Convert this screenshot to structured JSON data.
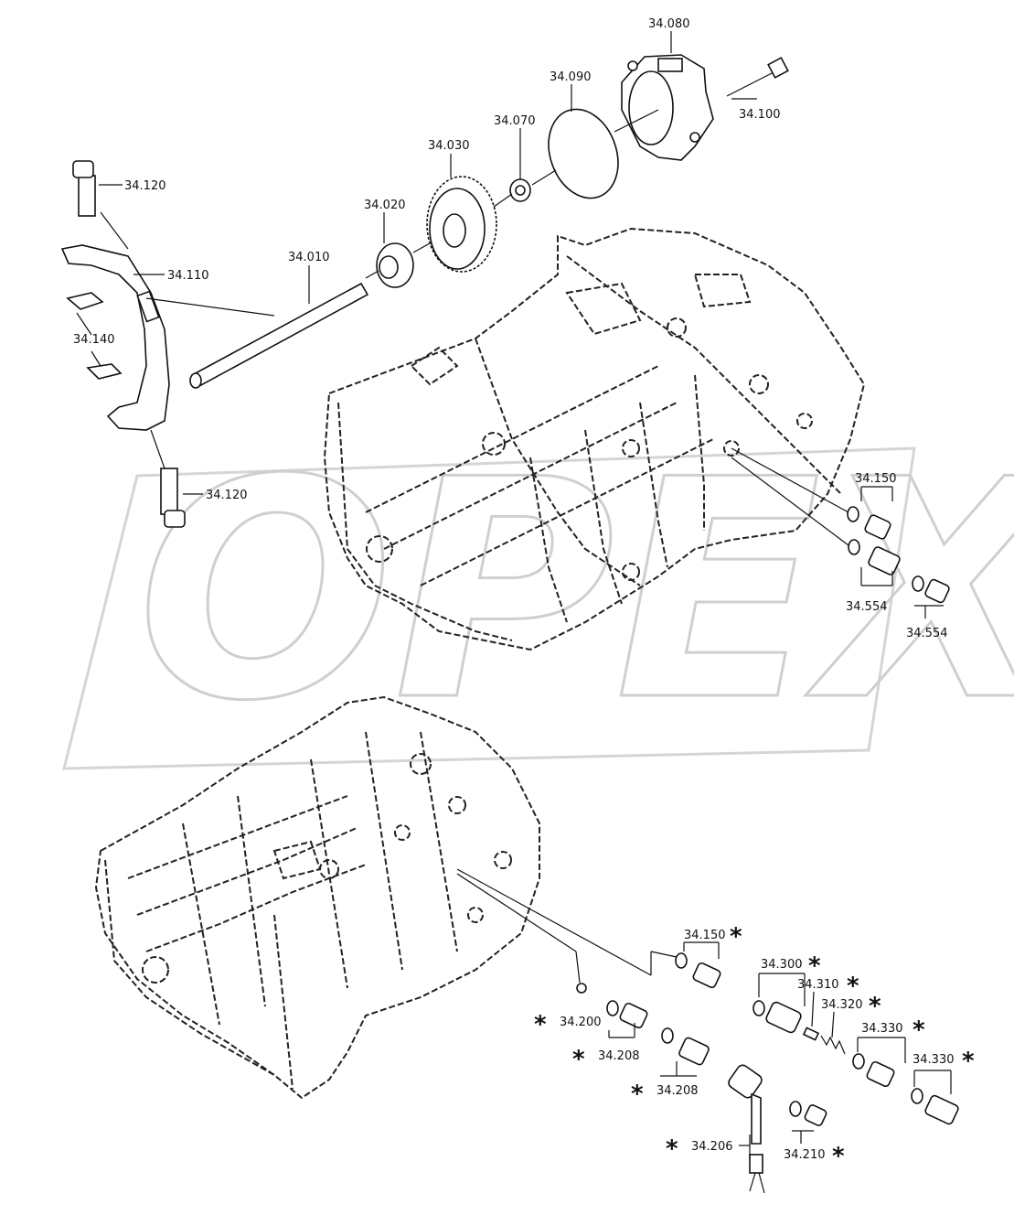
{
  "watermark": "OPEX",
  "labels": {
    "l34080": "34.080",
    "l34090": "34.090",
    "l34100": "34.100",
    "l34070": "34.070",
    "l34030": "34.030",
    "l34020": "34.020",
    "l34010": "34.010",
    "l34120a": "34.120",
    "l34110": "34.110",
    "l34140": "34.140",
    "l34120b": "34.120",
    "l34150a": "34.150",
    "l34554a": "34.554",
    "l34554b": "34.554",
    "l34150b": "34.150",
    "l34300": "34.300",
    "l34310": "34.310",
    "l34320": "34.320",
    "l34330a": "34.330",
    "l34330b": "34.330",
    "l34200": "34.200",
    "l34208a": "34.208",
    "l34208b": "34.208",
    "l34206": "34.206",
    "l34210": "34.210"
  },
  "marker": "*"
}
